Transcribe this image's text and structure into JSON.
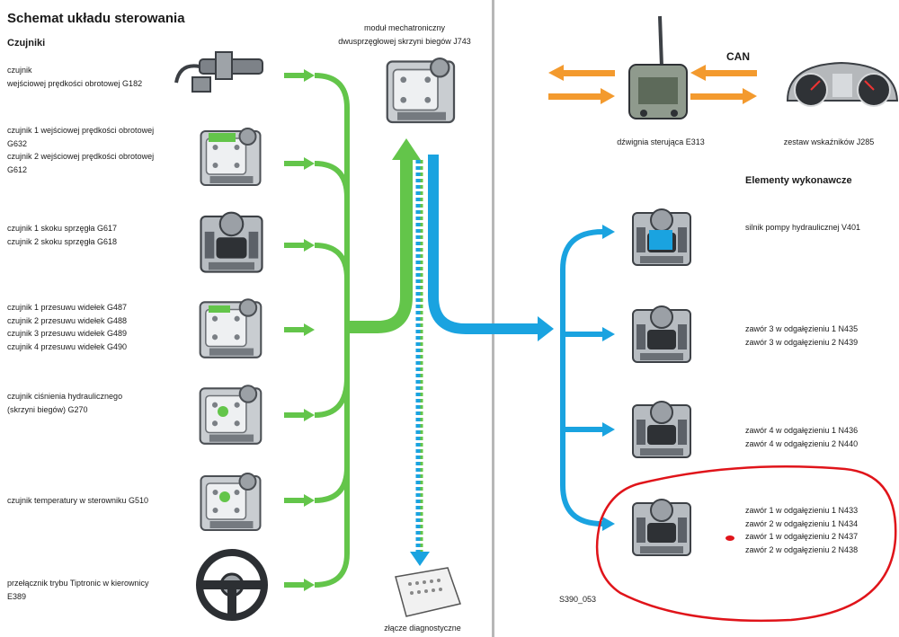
{
  "title": "Schemat układu sterowania",
  "sensors_header": "Czujniki",
  "actuators_header": "Elementy wykonawcze",
  "can_label": "CAN",
  "module_label": [
    "moduł mechatroniczny",
    "dwusprzęgłowej skrzyni biegów J743"
  ],
  "lever_label": "dźwignia sterująca E313",
  "cluster_label": "zestaw wskaźników J285",
  "diag_label": "złącze diagnostyczne",
  "figure_code": "S390_053",
  "sensors": [
    [
      "czujnik",
      "wejściowej prędkości obrotowej G182"
    ],
    [
      "czujnik 1 wejściowej prędkości obrotowej",
      "G632",
      "czujnik 2 wejściowej prędkości obrotowej",
      "G612"
    ],
    [
      "czujnik 1 skoku sprzęgła G617",
      "czujnik 2 skoku sprzęgła G618"
    ],
    [
      "czujnik 1 przesuwu widełek G487",
      "czujnik 2 przesuwu widełek G488",
      "czujnik 3 przesuwu widełek G489",
      "czujnik 4 przesuwu widełek G490"
    ],
    [
      "czujnik ciśnienia hydraulicznego",
      "(skrzyni biegów) G270"
    ],
    [
      "czujnik temperatury w sterowniku G510"
    ],
    [
      "przełącznik trybu Tiptronic w kierownicy",
      "E389"
    ]
  ],
  "actuators": [
    [
      "silnik pompy hydraulicznej V401"
    ],
    [
      "zawór 3 w odgałęzieniu 1 N435",
      "zawór 3 w odgałęzieniu 2 N439"
    ],
    [
      "zawór 4 w odgałęzieniu 1 N436",
      "zawór 4 w odgałęzieniu 2 N440"
    ],
    [
      "zawór 1 w odgałęzieniu 1 N433",
      "zawór 2 w odgałęzieniu 1 N434",
      "zawór 1 w odgałęzieniu 2 N437",
      "zawór 2 w odgałęzieniu 2 N438"
    ]
  ],
  "colors": {
    "green": "#63c54a",
    "blue": "#1aa3e0",
    "orange": "#f39a2e",
    "red_mark": "#e0141a",
    "divider": "#b7b7b7"
  },
  "icons": {
    "sensor_speed": "speed-sensor-icon",
    "mechatronic": "mechatronic-module-icon",
    "steering_wheel": "steering-wheel-icon",
    "lever": "selector-lever-icon",
    "cluster": "instrument-cluster-icon",
    "diag": "diagnostic-connector-icon"
  }
}
